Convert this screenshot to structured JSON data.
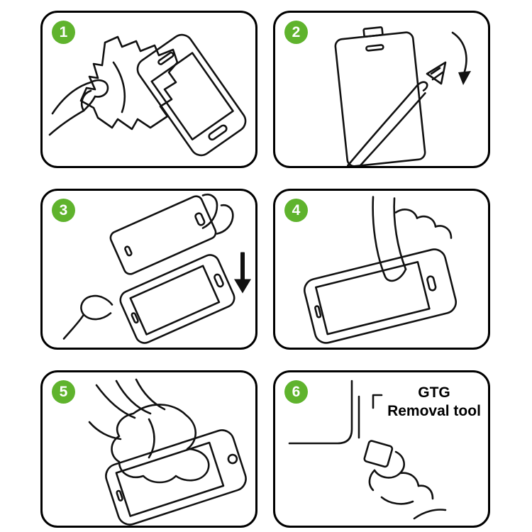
{
  "accent_color": "#5fb32d",
  "ink_color": "#111111",
  "steps": [
    {
      "number": "1",
      "illustration": "wipe-screen-with-cloth"
    },
    {
      "number": "2",
      "illustration": "peel-backing-film"
    },
    {
      "number": "3",
      "illustration": "align-and-lower-glass"
    },
    {
      "number": "4",
      "illustration": "press-center-of-screen"
    },
    {
      "number": "5",
      "illustration": "smooth-out-with-cloth"
    },
    {
      "number": "6",
      "illustration": "corner-removal-tool",
      "label_line1": "GTG",
      "label_line2": "Removal tool"
    }
  ]
}
